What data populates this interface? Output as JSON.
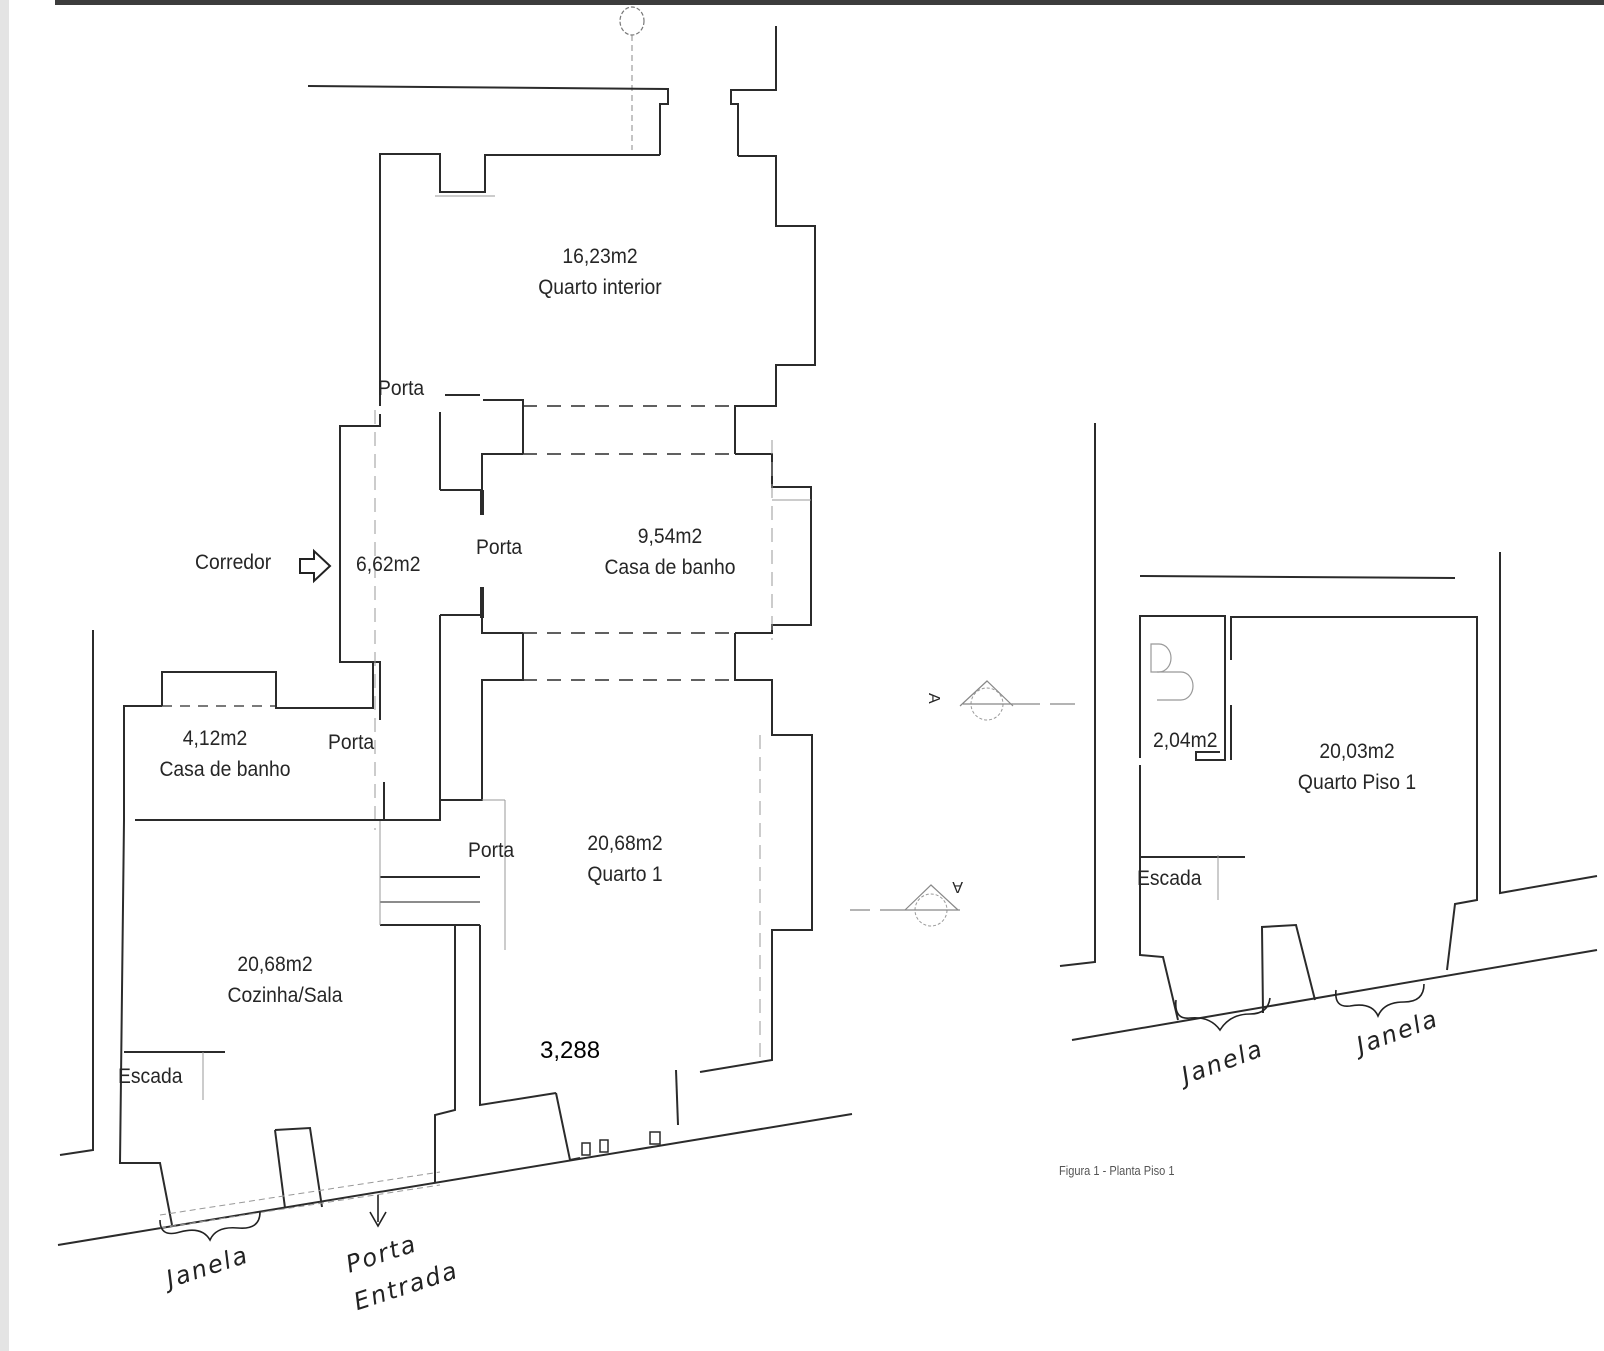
{
  "document": {
    "caption": "Figura 1 - Planta Piso 1",
    "line_color": "#2b2b2b",
    "background": "#ffffff"
  },
  "ground_floor": {
    "rooms": [
      {
        "id": "quarto-interior",
        "area": "16,23m2",
        "name": "Quarto interior"
      },
      {
        "id": "casa-de-banho-main",
        "area": "9,54m2",
        "name": "Casa de banho"
      },
      {
        "id": "corredor",
        "area": "6,62m2",
        "name": "Corredor"
      },
      {
        "id": "casa-de-banho-small",
        "area": "4,12m2",
        "name": "Casa de banho"
      },
      {
        "id": "quarto-1",
        "area": "20,68m2",
        "name": "Quarto 1"
      },
      {
        "id": "cozinha-sala",
        "area": "20,68m2",
        "name": "Cozinha/Sala"
      }
    ],
    "door_labels": [
      "Porta",
      "Porta",
      "Porta",
      "Porta"
    ],
    "stair_label": "Escada",
    "dimension": "3,288",
    "handwritten": {
      "window": "Janela",
      "entry_door_line1": "Porta",
      "entry_door_line2": "Entrada"
    }
  },
  "first_floor": {
    "rooms": [
      {
        "id": "wc-piso-1",
        "area": "2,04m2",
        "name": ""
      },
      {
        "id": "quarto-piso-1",
        "area": "20,03m2",
        "name": "Quarto Piso 1"
      }
    ],
    "stair_label": "Escada",
    "handwritten": {
      "window_left": "Janela",
      "window_right": "Janela"
    }
  },
  "section_markers": {
    "label": "A"
  }
}
